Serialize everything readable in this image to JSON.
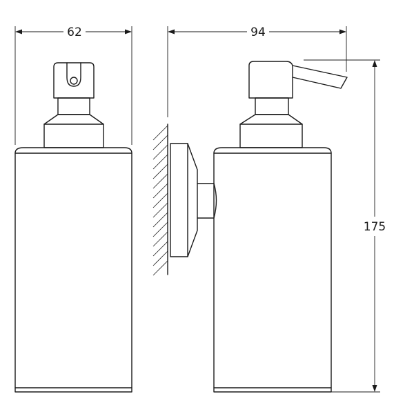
{
  "dimensions": {
    "front_width": "62",
    "side_depth": "94",
    "height": "175"
  }
}
